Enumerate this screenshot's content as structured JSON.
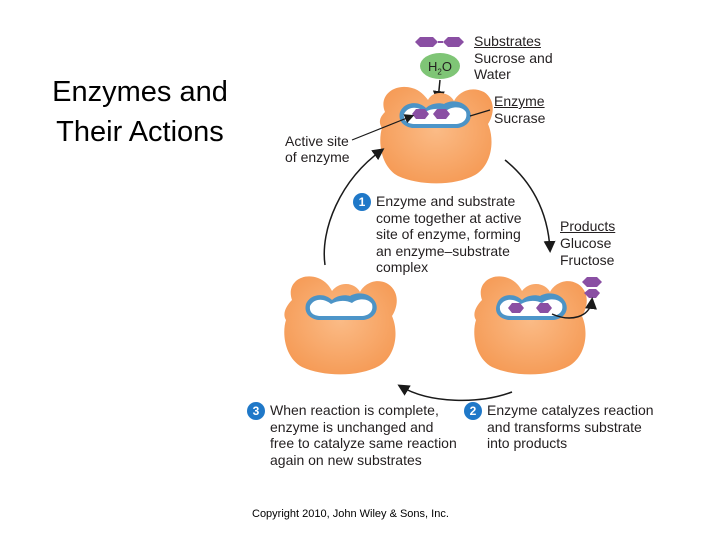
{
  "slide": {
    "title": "Enzymes and Their Actions",
    "copyright": "Copyright 2010, John Wiley & Sons, Inc."
  },
  "labels": {
    "substrates_heading": "Substrates",
    "substrates_1": "Sucrose and",
    "substrates_2": "Water",
    "water_symbol": "H",
    "water_sub": "2",
    "water_o": "O",
    "enzyme_heading": "Enzyme",
    "enzyme_name": "Sucrase",
    "active_site_1": "Active site",
    "active_site_2": "of enzyme",
    "products_heading": "Products",
    "product_1": "Glucose",
    "product_2": "Fructose"
  },
  "steps": [
    {
      "number": "1",
      "text": "Enzyme and substrate\ncome together at active\nsite of enzyme, forming\nan enzyme–substrate\ncomplex"
    },
    {
      "number": "2",
      "text": "Enzyme catalyzes reaction\nand transforms substrate\ninto products"
    },
    {
      "number": "3",
      "text": "When reaction is complete,\nenzyme is unchanged and\nfree to catalyze same reaction\nagain on new substrates"
    }
  ],
  "colors": {
    "enzyme_fill": "#f9a969",
    "enzyme_light": "#fcd3ad",
    "active_site_blue": "#2e8fd6",
    "substrate_purple": "#8a4fa3",
    "water_green": "#7fc576",
    "step_badge": "#1f78c8",
    "arrow": "#1a1a1a"
  }
}
